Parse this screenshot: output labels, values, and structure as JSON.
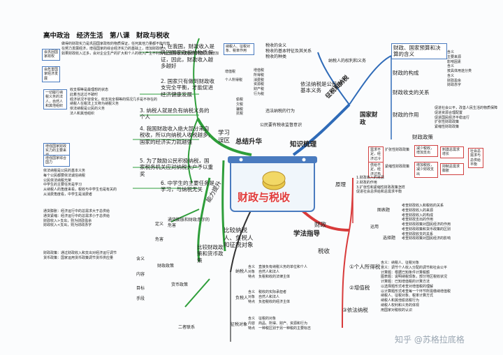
{
  "header": {
    "title": "高中政治　经济生活　第八课　财政与税收"
  },
  "center": {
    "title": "财政与税收"
  },
  "branches": {
    "summary": "总结升华",
    "knowledge": "知识梳理",
    "method": "学法指导",
    "compare": "比较纳税人、负税人和征税对象",
    "study_zone": "学习误区",
    "ability": "能力提升",
    "compare_fiscal": "比较财政政策和货币政策"
  },
  "summary_items": [
    "1. 在我国，财政收入是巩固国家政权的物质保证，因此，财政收入越多越好",
    "2. 国家只有做到财政收支完全平衡，才能促进经济健康发展",
    "3. 纳税人就是负有纳税义务的个人",
    "4. 我国财政收入绝大部分来自税收，所以向纳税人收税越多，国家的经济实力就越强",
    "5. 为了鼓励公民积极纳税，国家税务机关应对纳税大户予以重奖",
    "6. 中学生的主要任务是学习，与纳税无关"
  ],
  "left_notes": [
    "做得的财政实力是巩固国家政权的物质保证，任何其他力量都不能代替",
    "会巩固国家政权",
    "在努力发展经济，增强国家的综合经济实力的基础上，增加财政收入",
    "会危害国家经济发展",
    "如果财政收入过多，会对企业生产的扩大和个人的收入产生不利影响，阻碍经济发展和财政收入的增加",
    "一切履行纳税义务的法人，自然人和其他组织",
    "收支相等是最理想的状态",
    "此着当这过不破时",
    "经济状况不容变化，收支完全相等的情况几乎是不存在的",
    "在一定的时期内，纳税人为所属法人，以外，自然人",
    "纳税人在税法上又称为纳税义务",
    "依法纳税是公民的义务",
    "法人和其他组织",
    "增强国家财政实力的主要来源",
    "增强国家综合国力",
    "依法纳税是公民的基本义务",
    "每个公民都要依法诚信纳税",
    "公民依法纳税光荣",
    "中学生的主要任务是学习",
    "从纳税人的角度来看，税收与中学生也是有关的",
    "从消费角度看，中学生是消费者",
    "通货膨胀：经济运行中的总需求大于总供给",
    "通货紧缩：经济运行中的总需求小于总供给",
    "财政收入>支出，则为财政盈余",
    "财政收入<支出，则为财政赤字",
    "财政政策：通过财政收入和支出对经济运行调节",
    "货币政策：国家运用货币政策调节货币供应量"
  ],
  "left_labels": {
    "inflation_label": "通货膨胀和财政赤字的危害",
    "definition": "定义",
    "harm": "危害",
    "fiscal": "财政政策",
    "monetary": "货币政策",
    "definition2": "含义",
    "content": "内容",
    "goal": "目标",
    "tool": "手段",
    "coord": "二者联系"
  },
  "knowledge": {
    "fiscal_title": "国家财政",
    "tax_title": "征税和纳税",
    "income_title": "财政收入的来源",
    "fiscal_items": [
      "财政、国家预算和决算的含义",
      "财政的构成",
      "财政收支的关系",
      "财政的作用",
      "财政政策"
    ],
    "fiscal_sub": [
      "含义",
      "主要来源",
      "影响因素",
      "含义",
      "按具体用途分类",
      "含义",
      "财政盈余",
      "财政赤字",
      "促进社会公平，改善人民生活的物质保障",
      "促进资源合理配置",
      "促进国民经济平稳运行",
      "扩张性财政政策",
      "紧缩性财政政策"
    ],
    "tax_items": [
      "税收的含义",
      "税收的基本特征及其关系",
      "税收的种类",
      "依法纳税是公民的基本义务",
      "纳税人的权利和义务"
    ],
    "tax_sub": [
      "增值税",
      "所得税",
      "消费税",
      "资源税",
      "财产税",
      "行为税",
      "偷税",
      "欠税",
      "骗税",
      "抗税",
      "违法纳税的行为",
      "公民要有税收监督意识"
    ],
    "left_tax": [
      "纳税人、征税对象、税率作用",
      "增值税",
      "个人所得税"
    ],
    "policy_boxes": [
      "需求不足，经济过冷",
      "扩张性财政政策",
      "减少税收，增加支出",
      "刺激总需求增长",
      "供给不足，经济过热",
      "紧缩性财政政策",
      "增加税收，减少财政支出",
      "抑制总需求膨胀",
      "社会总需求与总供给平衡"
    ]
  },
  "method": {
    "fiscal_label": "财政",
    "tax_label": "税收",
    "principle1": "原理",
    "principle1_items": [
      "1.财政收入的来源",
      "2.财政的作用",
      "3.扩张性和紧缩性财政政策怎样",
      "促进社会总供给和总需求平衡"
    ],
    "chart": "图表题",
    "apply": "运用",
    "choose": "选择题",
    "chart_items": [
      "考查财政收入和税收的关系",
      "考查财政收入的来源",
      "考查财政收入的构成",
      "考查财政支出的作用",
      "考查财政政策对国民经济的作用",
      "考查财政政策和货币政策的区别",
      "考查财政收支的关系",
      "考查财政政策对国民经济的影响"
    ],
    "tax_items": [
      "①个人所得税",
      "②增值税",
      "③依法纳税"
    ],
    "tax_sub": [
      "含义：纳税人、征税对象",
      "意义：调节个人收入分配的调节和社会公平",
      "计算题：根据已知条件计算税额",
      "图表题：说明纳税现象，部分地区税收状况",
      "计算题：已知增值税的计算方法",
      "以选择题形式考查对增值税的理解",
      "以计算题形式考查每一个环节所需缴纳增值税",
      "纳税人、征税对象、税率计算方式",
      "纳税人和其他偷逃税行为",
      "纳税人权利和义务的体现",
      "用国家对税收的认识"
    ]
  },
  "compare": {
    "payer": "纳税人",
    "bearer": "负税人",
    "object": "征税对象",
    "payer_items": [
      "含义　直接负有纳税义务的单位和个人",
      "对象　自然人和法人",
      "特点　负税和收的法律主体"
    ],
    "bearer_items": [
      "含义　税收的实际承担者",
      "对象　自然人和法人",
      "特点　负担税收的经济主体"
    ],
    "object_items": [
      "含义　征税的对象",
      "内容　商品、所得、财产、资源和行为",
      "特点　一种税区别于另一种税的主要标志"
    ]
  },
  "watermark": "知乎 @苏格拉底格"
}
